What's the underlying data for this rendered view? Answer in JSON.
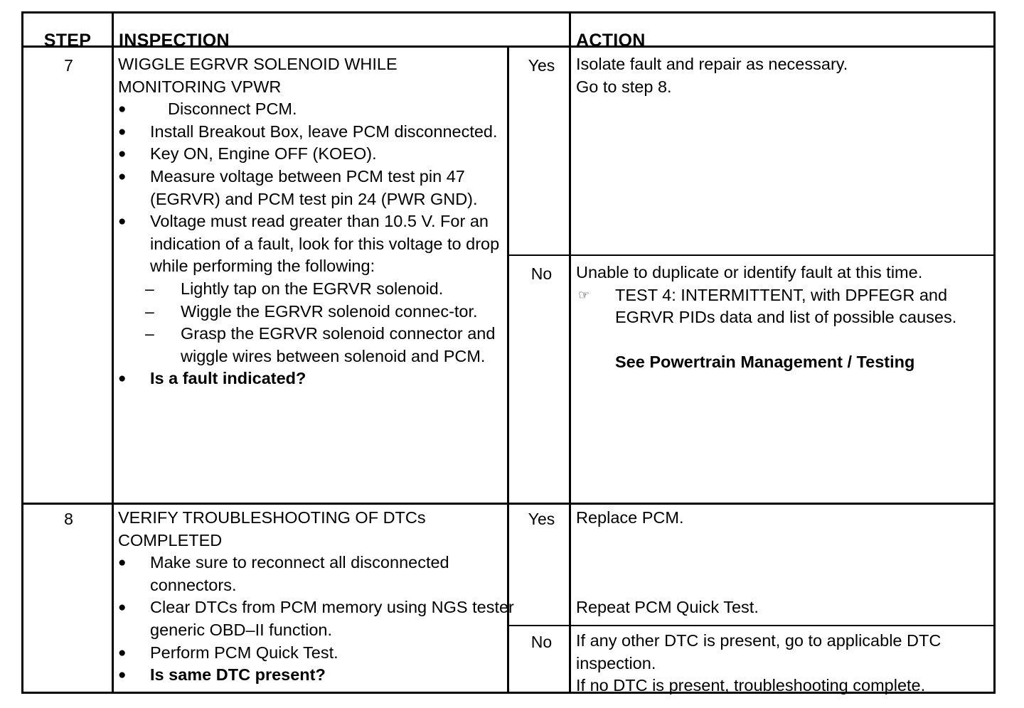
{
  "table": {
    "headers": {
      "step": "STEP",
      "inspection": "INSPECTION",
      "action": "ACTION"
    },
    "rows": [
      {
        "step": "7",
        "inspection": {
          "title_line1": "WIGGLE EGRVR SOLENOID WHILE",
          "title_line2": "MONITORING VPWR",
          "bullets": [
            {
              "marker": "●",
              "text": "Disconnect PCM."
            },
            {
              "marker": "●",
              "text": "Install Breakout Box, leave PCM disconnected."
            },
            {
              "marker": "●",
              "text": "Key ON, Engine OFF (KOEO)."
            },
            {
              "marker": "●",
              "text": "Measure voltage between PCM test pin 47 (EGRVR) and PCM test pin 24 (PWR GND)."
            },
            {
              "marker": "●",
              "text": "Voltage must read greater than 10.5 V. For an indication of a fault, look for this voltage to drop while performing the following:"
            },
            {
              "marker": "●",
              "text": "Is a fault indicated?"
            }
          ],
          "sub_bullets": [
            {
              "marker": "–",
              "text": "Lightly tap on the EGRVR solenoid."
            },
            {
              "marker": "–",
              "text": "Wiggle  the  EGRVR  solenoid  connec-tor."
            },
            {
              "marker": "–",
              "text": "Grasp the EGRVR solenoid connector and wiggle wires between solenoid and PCM."
            }
          ]
        },
        "branches": [
          {
            "answer": "Yes",
            "lines": [
              {
                "text": "Isolate fault and repair as necessary."
              },
              {
                "text": "Go to step 8."
              }
            ]
          },
          {
            "answer": "No",
            "lines": [
              {
                "text": "Unable to duplicate or identify fault at this time."
              }
            ],
            "hand_item": {
              "marker": "☞",
              "text": "TEST 4: INTERMITTENT, with DPFEGR and EGRVR PIDs data and list of possible causes."
            },
            "bold_line": "See Powertrain Management / Testing"
          }
        ]
      },
      {
        "step": "8",
        "inspection": {
          "title_line1": "VERIFY TROUBLESHOOTING OF DTCs",
          "title_line2": "COMPLETED",
          "bullets": [
            {
              "marker": "●",
              "text": "Make sure to reconnect all disconnected connectors."
            },
            {
              "marker": "●",
              "text": "Clear DTCs from PCM memory using NGS tester generic OBD–II function."
            },
            {
              "marker": "●",
              "text": "Perform PCM Quick Test."
            },
            {
              "marker": "●",
              "text": "Is same DTC  present?"
            }
          ]
        },
        "branches": [
          {
            "answer": "Yes",
            "lines": [
              {
                "text": "Replace PCM."
              }
            ],
            "later_line": "Repeat PCM Quick Test."
          },
          {
            "answer": "No",
            "lines": [
              {
                "text": "If any other DTC is present, go to applicable DTC inspection."
              },
              {
                "text": "If no DTC is present, troubleshooting complete."
              }
            ]
          }
        ]
      }
    ]
  }
}
